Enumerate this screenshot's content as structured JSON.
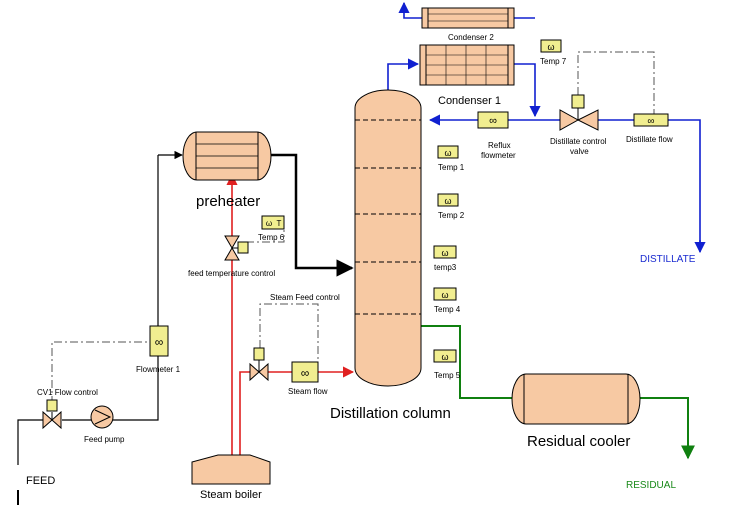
{
  "labels": {
    "condenser2": "Condenser 2",
    "condenser1": "Condenser 1",
    "temp7": "Temp 7",
    "reflux_line1": "Reflux",
    "reflux_line2": "flowmeter",
    "distillate_valve_line1": "Distillate control",
    "distillate_valve_line2": "valve",
    "distillate_flow": "Distillate flow",
    "distillate": "DISTILLATE",
    "preheater": "preheater",
    "temp6": "Temp 6",
    "feed_temp_control": "feed temperature control",
    "temp1": "Temp 1",
    "temp2": "Temp 2",
    "temp3": "temp3",
    "temp4": "Temp 4",
    "temp5": "Temp 5",
    "steam_feed_control": "Steam Feed control",
    "steam_flow": "Steam flow",
    "flowmeter1": "Flowmeter 1",
    "cv1_flow_control": "CV1 Flow control",
    "feed_pump": "Feed pump",
    "feed": "FEED",
    "steam_boiler": "Steam boiler",
    "distillation_column": "Distillation column",
    "residual_cooler": "Residual cooler",
    "residual": "RESIDUAL"
  },
  "colors": {
    "vessel_fill": "#f7c9a3",
    "instrument_fill": "#f1ee90",
    "line_black": "#000000",
    "line_red": "#e02020",
    "line_blue": "#1020d0",
    "line_green": "#108010",
    "distillate_text": "#1a2bd0",
    "residual_text": "#1a8a1a",
    "signal": "#555555"
  }
}
